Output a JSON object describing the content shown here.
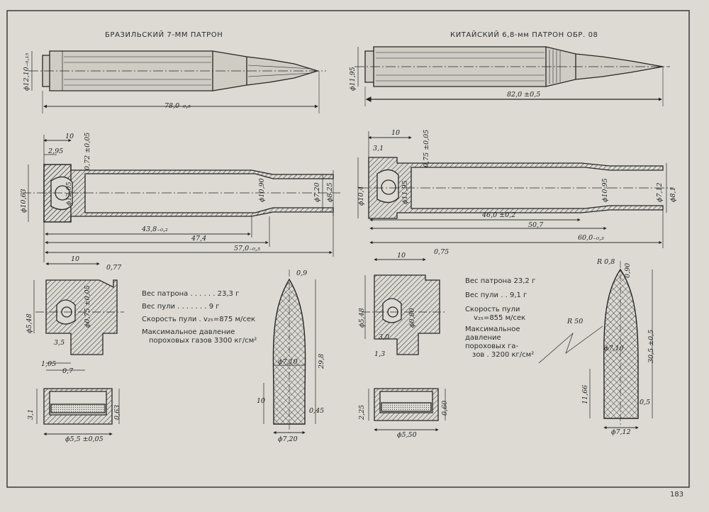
{
  "left": {
    "title": "БРАЗИЛЬСКИЙ 7-ММ ПАТРОН",
    "dims": {
      "overall": "78,0₋₀,₅",
      "d_rim": "ϕ12,10₋₀,₁₅",
      "l10": "10",
      "l295": "2,95",
      "t072": "0,72 ±0,05",
      "d1205": "ϕ12,05",
      "d1063": "ϕ10,63",
      "d1090": "ϕ10,90",
      "d720": "ϕ7,20",
      "d825": "ϕ8,25",
      "l438": "43,8₋₀,₂",
      "l474": "47,4",
      "l570": "57,0₋₀,₅",
      "head10": "10",
      "t077": "0,77",
      "d548": "ϕ5,48",
      "d075": "ϕ0,75 ±0,05",
      "l35": "3,5",
      "l105": "1,05",
      "l07": "0,7",
      "p31": "3,1",
      "p063": "0,63",
      "p55": "ϕ5,5 ±0,05",
      "b09": "0,9",
      "b298": "29,8",
      "b10": "10",
      "b045": "0,45",
      "b710": "ϕ7,10",
      "b720": "ϕ7,20"
    },
    "specs": {
      "weight_cart_label": "Вес патрона . . . . . .",
      "weight_cart_value": "23,3 г",
      "weight_bullet_label": "Вес пули . . . . . . .",
      "weight_bullet_value": "9 г",
      "velocity_label": "Скорость пули . v₂₅=875 м/сек",
      "pressure_line1": "Максимальное давление",
      "pressure_line2": "пороховых газов 3300 кг/см²"
    }
  },
  "right": {
    "title": "КИТАЙСКИЙ 6,8-мм ПАТРОН ОБР. 08",
    "dims": {
      "overall": "82,0 ±0,5",
      "d_rim": "ϕ11,95",
      "l10": "10",
      "l31": "3,1",
      "t075": "0,75 ±0,05",
      "d1195": "ϕ11,95",
      "d104": "ϕ10,4",
      "d1095": "ϕ10,95",
      "d712": "ϕ7,12",
      "d81": "ϕ8,1",
      "l460": "46,0 ±0,2",
      "l507": "50,7",
      "l600": "60,0₋₀,₃",
      "head10": "10",
      "t075b": "0,75",
      "d548": "ϕ5,48",
      "d080": "ϕ0,80",
      "l30": "3,0",
      "l13": "1,3",
      "p225": "2,25",
      "p060": "0,60",
      "p550": "ϕ5,50",
      "r08": "R 0,8",
      "b090": "0,90",
      "r50": "R 50",
      "b305": "30,5 ±0,5",
      "b1166": "11,66",
      "b05": "0,5",
      "b710": "ϕ7,10",
      "b712": "ϕ7,12"
    },
    "specs": {
      "weight_cart_label": "Вес патрона",
      "weight_cart_value": "23,2 г",
      "weight_bullet_label": "Вес пули . .",
      "weight_bullet_value": "9,1 г",
      "velocity_line1": "Скорость пули",
      "velocity_line2": "v₂₅=855 м/сек",
      "pressure_line1": "Максимальное",
      "pressure_line2": "давление",
      "pressure_line3": "пороховых га-",
      "pressure_line4": "зов . 3200 кг/см²"
    }
  },
  "page_number": "183",
  "colors": {
    "paper": "#dcdad3",
    "ink": "#2a2a2a",
    "frame": "#3a3a3a"
  }
}
